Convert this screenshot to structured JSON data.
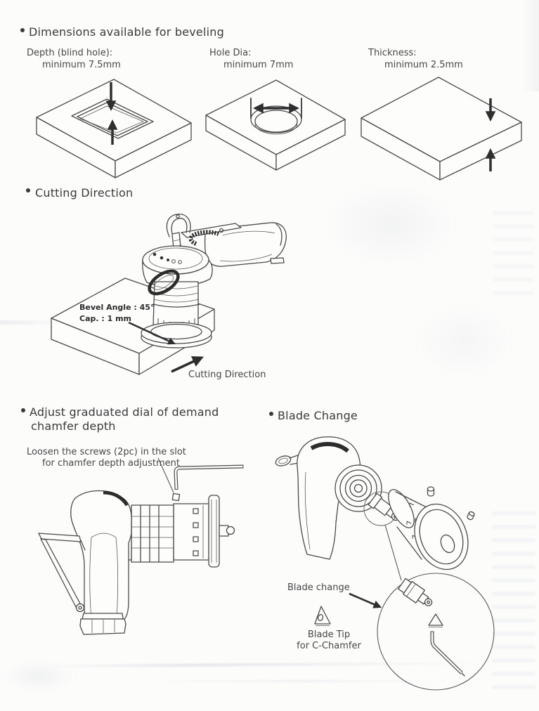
{
  "page": {
    "paper_color": "#fcfcfb",
    "ink_color": "#3e3e3e",
    "line_art_color": "#4a4a4a"
  },
  "sections": {
    "dimensions": {
      "title": "Dimensions available for beveling",
      "items": [
        {
          "label": "Depth (blind hole):",
          "value": "minimum 7.5mm"
        },
        {
          "label": "Hole Dia:",
          "value": "minimum 7mm"
        },
        {
          "label": "Thickness:",
          "value": "minimum 2.5mm"
        }
      ]
    },
    "cutting_direction": {
      "title": "Cutting Direction",
      "bevel_annotation_line1": "Bevel Angle : 45°",
      "bevel_annotation_line2": "Cap. : 1 mm",
      "arrow_caption": "Cutting Direction"
    },
    "adjust_dial": {
      "title_line1": "Adjust graduated dial of demand",
      "title_line2": "chamfer depth",
      "note_line1": "Loosen the screws (2pc) in the slot",
      "note_line2": "for chamfer depth adjustment"
    },
    "blade_change": {
      "title": "Blade Change",
      "pointer_label": "Blade change",
      "tip_label_line1": "Blade Tip",
      "tip_label_line2": "for C-Chamfer"
    }
  }
}
